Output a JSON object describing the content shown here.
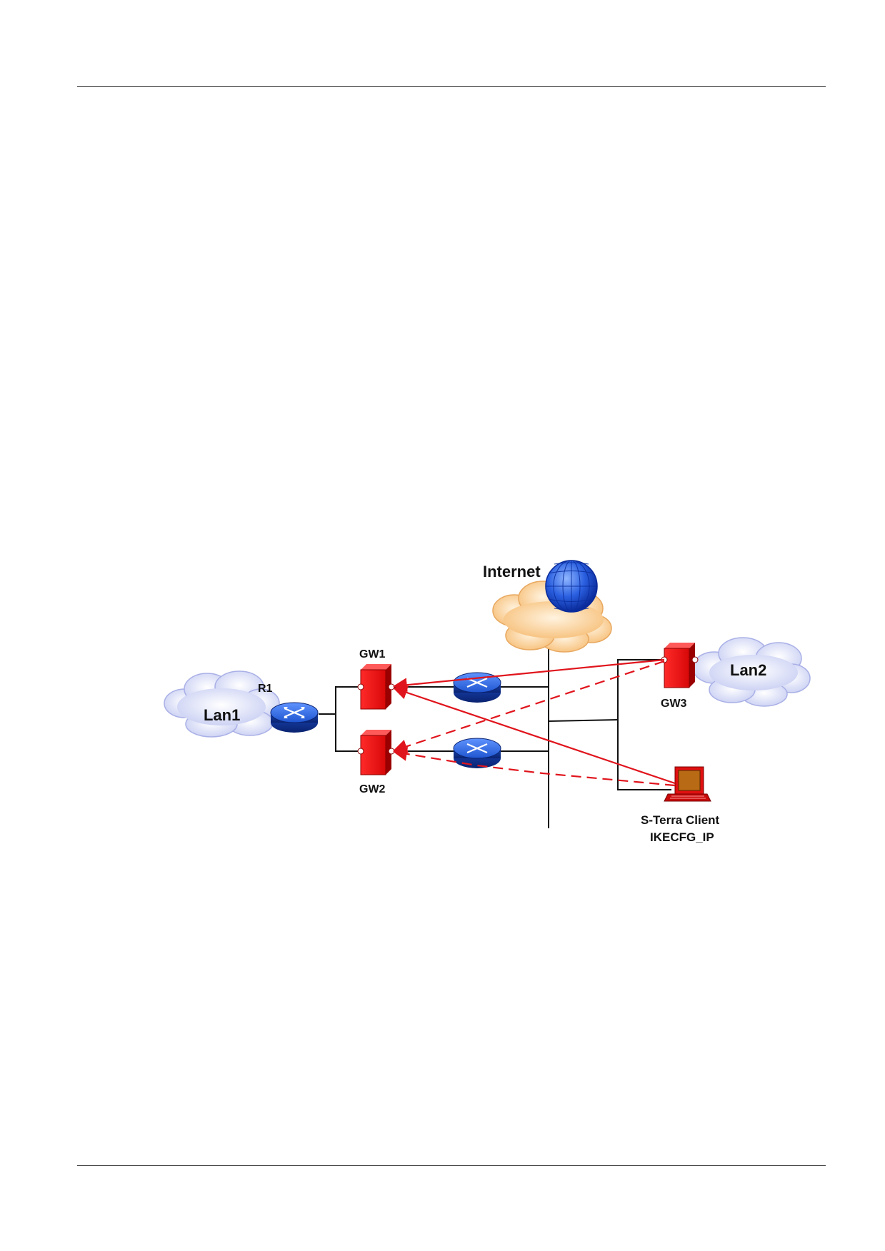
{
  "labels": {
    "internet": "Internet",
    "lan1": "Lan1",
    "lan2": "Lan2",
    "r1": "R1",
    "gw1": "GW1",
    "gw2": "GW2",
    "gw3": "GW3",
    "client_line1": "S-Terra Client",
    "client_line2": "IKECFG_IP"
  },
  "colors": {
    "tunnel": "#e0141c",
    "gateway": "#e01010",
    "router": "#1f5fd6",
    "lan_cloud": "#d9ddf7",
    "internet_cloud": "#fbd9a8",
    "wire": "#111111",
    "rule": "#333333"
  },
  "icons": {
    "globe": "globe-icon",
    "router": "router-icon",
    "gateway": "firewall-gateway-icon",
    "laptop": "laptop-icon",
    "cloud": "cloud-icon"
  }
}
